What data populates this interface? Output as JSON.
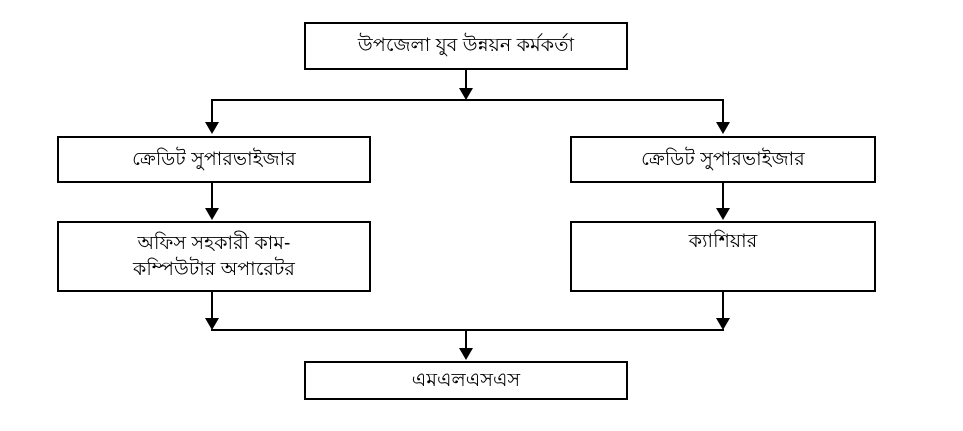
{
  "chart_data": {
    "type": "diagram",
    "title": "",
    "diagram_kind": "organizational-hierarchy-flowchart",
    "orientation": "top-down",
    "background_color": "#ffffff",
    "line_color": "#000000",
    "text_color": "#000000",
    "nodes": [
      {
        "id": "top",
        "label": "উপজেলা যুব উন্নয়ন কর্মকর্তা",
        "level": 1
      },
      {
        "id": "credit_supervisor_left",
        "label": "ক্রেডিট সুপারভাইজার",
        "level": 2
      },
      {
        "id": "credit_supervisor_right",
        "label": "ক্রেডিট সুপারভাইজার",
        "level": 2
      },
      {
        "id": "office_assistant",
        "label": "অফিস সহকারী কাম-\nকম্পিউটার অপারেটর",
        "level": 3
      },
      {
        "id": "cashier",
        "label": "ক্যাশিয়ার",
        "level": 3
      },
      {
        "id": "mlss",
        "label": "এমএলএসএস",
        "level": 4
      }
    ],
    "edges": [
      {
        "from": "top",
        "to": "credit_supervisor_left",
        "style": "elbow-arrow"
      },
      {
        "from": "top",
        "to": "credit_supervisor_right",
        "style": "elbow-arrow"
      },
      {
        "from": "credit_supervisor_left",
        "to": "office_assistant",
        "style": "straight-arrow"
      },
      {
        "from": "credit_supervisor_right",
        "to": "cashier",
        "style": "straight-arrow"
      },
      {
        "from": "office_assistant",
        "to": "mlss",
        "style": "elbow-arrow"
      },
      {
        "from": "cashier",
        "to": "mlss",
        "style": "elbow-arrow"
      }
    ]
  }
}
